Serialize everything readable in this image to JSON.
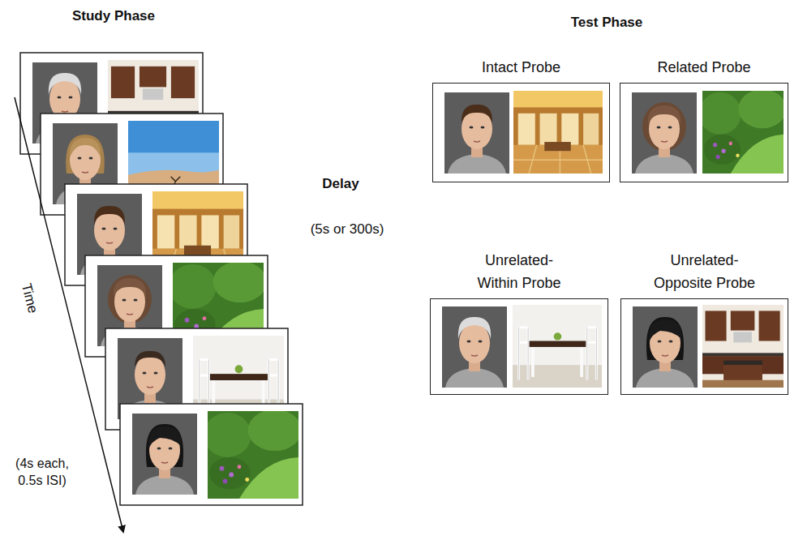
{
  "diagram": {
    "nodes": [
      {
        "text": [
          "Intact Probe"
        ]
      },
      {
        "text": [
          "Related Probe"
        ]
      },
      {
        "text": [
          "Unrelated- Within Probe"
        ]
      },
      {
        "text": [
          "Unrelated- Opposite Probe"
        ]
      }
    ],
    "labels": [
      "Study Phase",
      "Test Phase",
      "Delay",
      "(5s or 300s)",
      "Time",
      "(4s each, 0.5s ISI)"
    ]
  }
}
